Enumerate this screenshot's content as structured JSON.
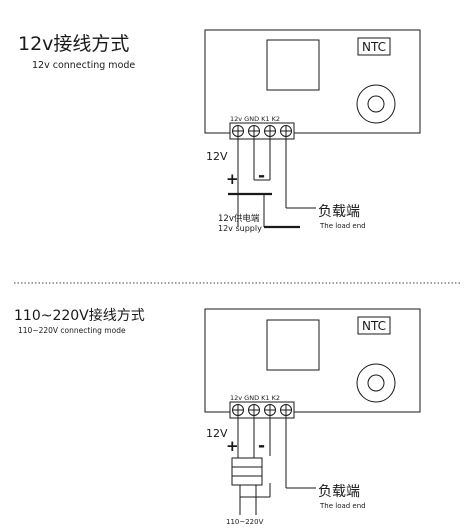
{
  "section_12v": {
    "title": "12v接线方式",
    "subtitle": "12v connecting mode",
    "module_label": "NTC",
    "terminal_labels": "12v GND K1 K2",
    "voltage_label": "12V",
    "plus_sign": "+",
    "minus_sign": "-",
    "load_label_cn": "负载端",
    "load_label_en": "The load end",
    "supply_label_cn": "12v供电端",
    "supply_label_en": "12v supply"
  },
  "section_ac": {
    "title": "110~220V接线方式",
    "subtitle": "110~220V connecting mode",
    "module_label": "NTC",
    "terminal_labels": "12v GND K1 K2",
    "voltage_label": "12V",
    "plus_sign": "+",
    "minus_sign": "-",
    "load_label_cn": "负载端",
    "load_label_en": "The load end",
    "supply_label": "110~220V"
  }
}
